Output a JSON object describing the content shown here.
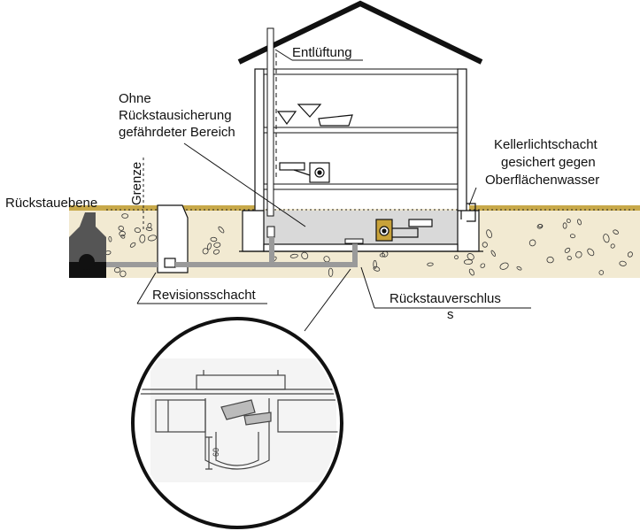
{
  "labels": {
    "vent": "Entlüftung",
    "no_protection": [
      "Ohne",
      "Rückstausicherung",
      "gefährdeter Bereich"
    ],
    "border": "Grenze",
    "backflow_level": "Rückstauebene",
    "light_shaft": [
      "Kellerlichtschacht",
      "gesichert gegen",
      "Oberflächenwasser"
    ],
    "inspection_shaft": "Revisionsschacht",
    "backflow_valve": [
      "Rückstauverschlus",
      "s"
    ]
  },
  "detail": {
    "measure": "60"
  },
  "colors": {
    "soil": "#f2ead2",
    "grass": "#c8a94a",
    "basement": "#d9d9d9",
    "pipe": "#9a9a9a",
    "sewer": "#555555",
    "roof": "#111111",
    "device": "#c8a23a"
  },
  "icons": [
    "toilet-icon",
    "sink-icon",
    "washing-machine-icon",
    "pump-icon"
  ]
}
